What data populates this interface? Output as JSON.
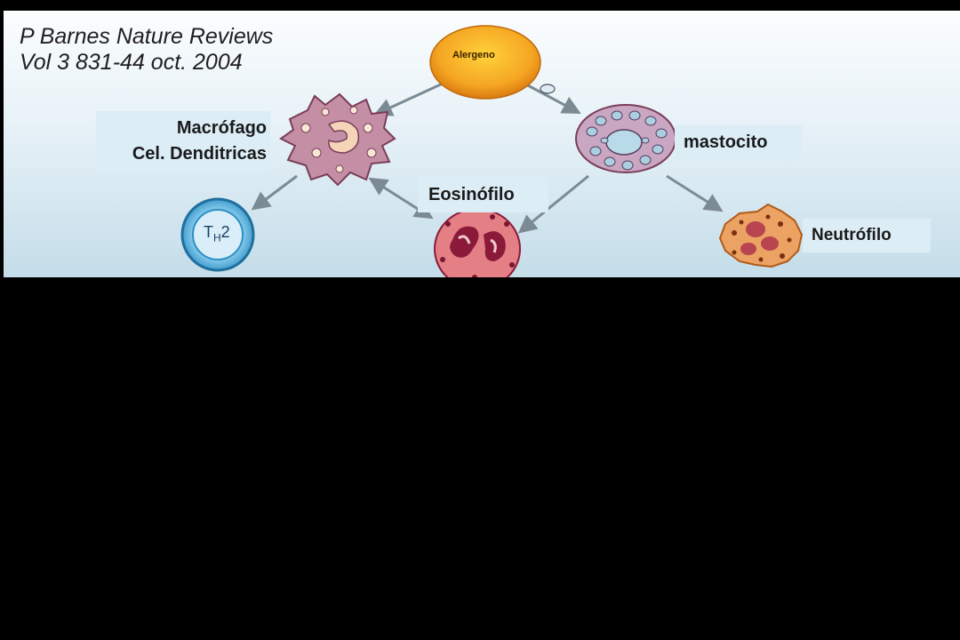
{
  "citation": {
    "line1": "P Barnes Nature Reviews",
    "line2": "Vol 3  831-44 oct. 2004"
  },
  "labels": {
    "allergen": "Alergeno",
    "macrophage_line1": "Macrófago",
    "macrophage_line2": "Cel. Denditricas",
    "mast_cell": "mastocito",
    "eosinophil": "Eosinófilo",
    "neutrophil": "Neutrófilo",
    "th2_main": "T",
    "th2_sub": "H",
    "th2_num": "2"
  },
  "colors": {
    "slide_background": "#dcedf6",
    "allergen_fill": "#f5a623",
    "cell_membrane": "#8a4a6a",
    "cell_fill": "#c48fa5",
    "th2_fill": "#3a9fd6",
    "eosinophil_nucleus": "#8b1a3a",
    "neutrophil_fill": "#e8863a",
    "arrow": "#7c8a94"
  }
}
